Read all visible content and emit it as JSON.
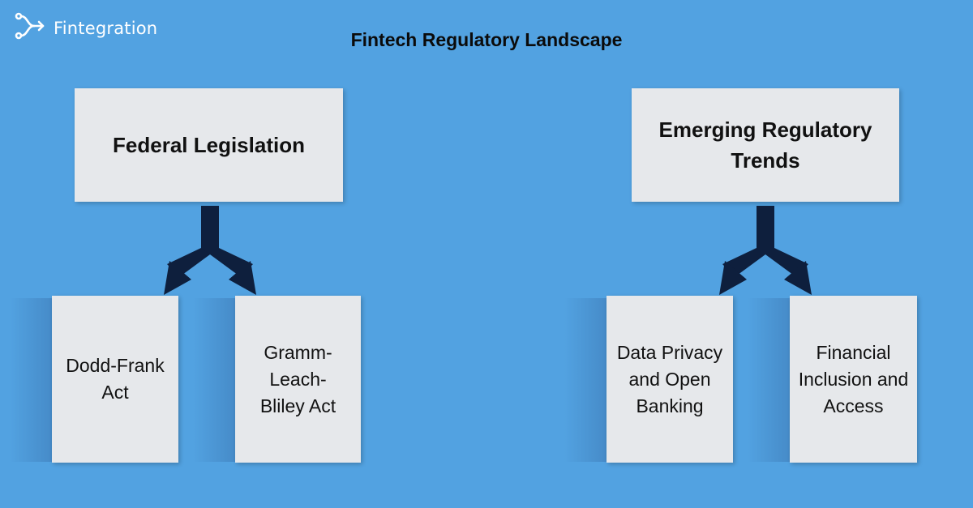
{
  "brand": {
    "name": "Fintegration",
    "icon": "branch-arrow-icon"
  },
  "title": "Fintech Regulatory Landscape",
  "groups": [
    {
      "heading": "Federal Legislation",
      "items": [
        "Dodd-Frank Act",
        "Gramm-Leach-Bliley Act"
      ]
    },
    {
      "heading": "Emerging Regulatory Trends",
      "items": [
        "Data Privacy and Open Banking",
        "Financial Inclusion and Access"
      ]
    }
  ],
  "colors": {
    "background": "#52a2e1",
    "box": "#e6e8eb",
    "arrow": "#0e1f3d",
    "text": "#111111",
    "logo": "#ffffff"
  }
}
